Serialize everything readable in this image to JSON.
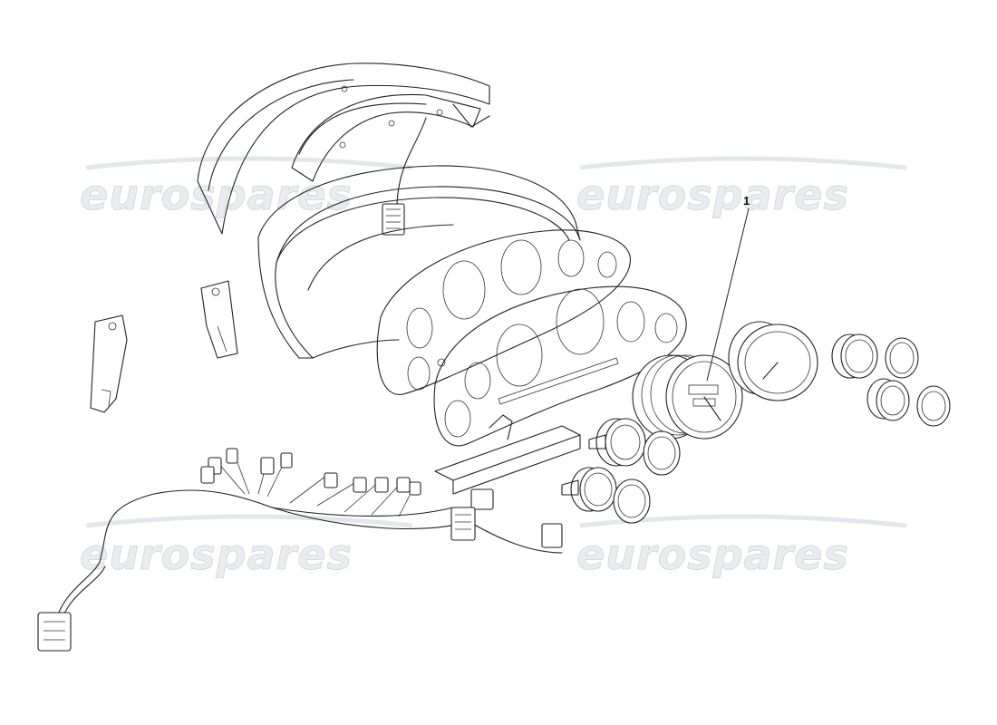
{
  "diagram": {
    "watermarks": [
      "eurospares",
      "eurospares",
      "eurospares",
      "eurospares"
    ],
    "callouts": [
      {
        "label": "1",
        "part": "speedometer"
      }
    ]
  }
}
